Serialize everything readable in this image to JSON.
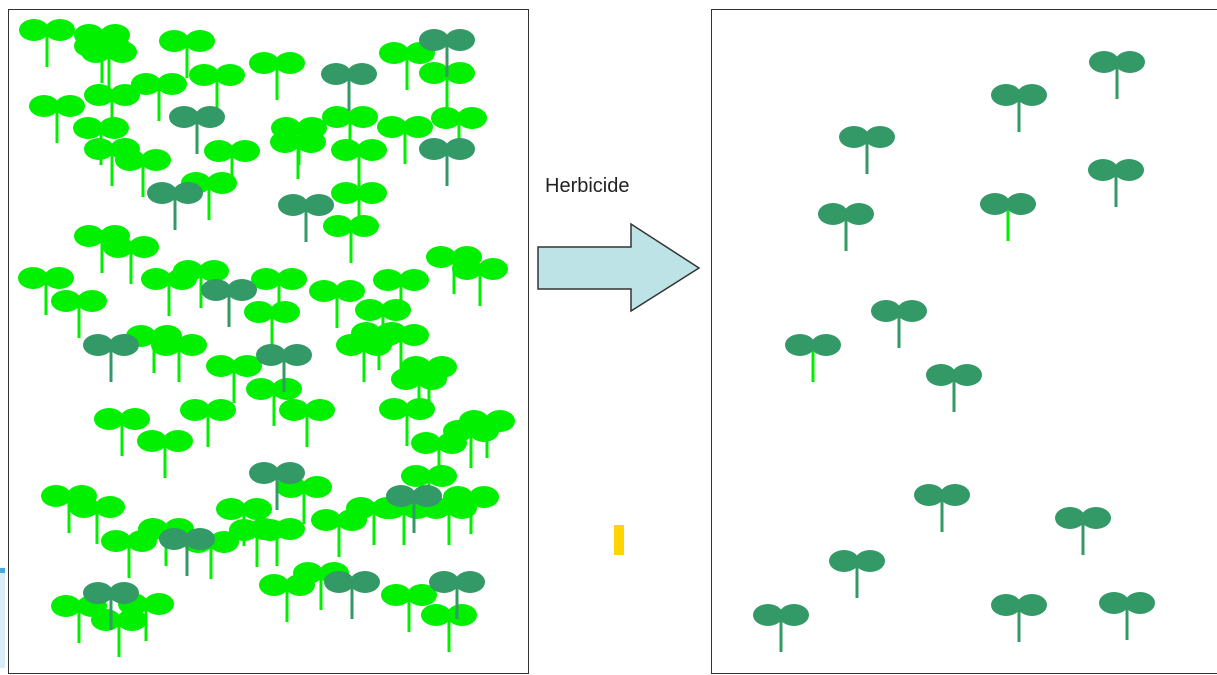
{
  "arrow": {
    "label": "Herbicide"
  },
  "colors": {
    "susceptible": "#00f000",
    "resistant": "#339966",
    "arrow_fill": "#bde3e6",
    "arrow_stroke": "#333333"
  },
  "legend_icons": [
    "susceptible-plant-icon",
    "resistant-plant-icon"
  ],
  "panels": [
    {
      "id": "before",
      "description_name": "before-herbicide-panel"
    },
    {
      "id": "after",
      "description_name": "after-herbicide-panel"
    }
  ]
}
